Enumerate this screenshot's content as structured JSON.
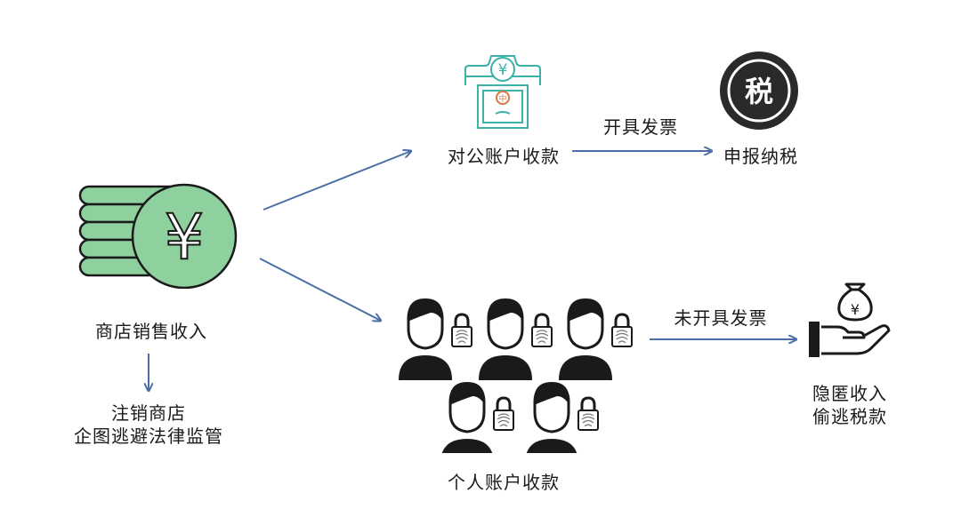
{
  "nodes": {
    "store_income": "商店销售收入",
    "cancel_line1": "注销商店",
    "cancel_line2": "企图逃避法律监管",
    "corporate_account": "对公账户收款",
    "tax_declare": "申报纳税",
    "personal_accounts": "个人账户收款",
    "hide_line1": "隐匿收入",
    "hide_line2": "偷逃税款"
  },
  "edges": {
    "issue_invoice": "开具发票",
    "no_invoice": "未开具发票"
  },
  "icons": {
    "yen_symbol": "¥",
    "tax_char": "税",
    "bank_yen": "¥",
    "bank_cn": "中",
    "bag_yen": "¥"
  },
  "colors": {
    "coin_green": "#8fd19e",
    "arrow_blue": "#4a6fa5",
    "teal": "#3bb1a9",
    "dark": "#1a1a1a"
  }
}
